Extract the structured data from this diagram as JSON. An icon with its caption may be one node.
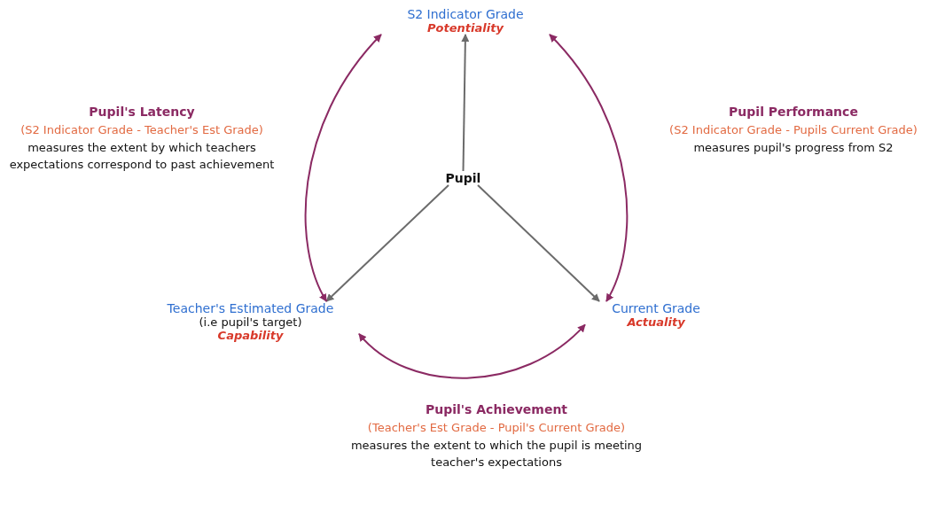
{
  "diagram": {
    "nodes": [
      {
        "text": [
          "Pupil"
        ]
      },
      {
        "text": [
          "S2 Indicator Grade",
          "Potentiality"
        ]
      },
      {
        "text": [
          "Teacher's Estimated Grade",
          "(i.e pupil's target)",
          "Capability"
        ]
      },
      {
        "text": [
          "Current Grade",
          "Actuality"
        ]
      }
    ],
    "edges": [
      {
        "from": 0,
        "to": 1,
        "arrow": "to",
        "color": "#6b6b6b"
      },
      {
        "from": 0,
        "to": 2,
        "arrow": "to",
        "color": "#6b6b6b"
      },
      {
        "from": 0,
        "to": 3,
        "arrow": "to",
        "color": "#6b6b6b"
      },
      {
        "from": 1,
        "to": 2,
        "arrow": "both",
        "color": "#8b2a63"
      },
      {
        "from": 1,
        "to": 3,
        "arrow": "both",
        "color": "#8b2a63"
      },
      {
        "from": 2,
        "to": 3,
        "arrow": "both",
        "color": "#8b2a63"
      }
    ],
    "labels": [
      "Pupil's Latency",
      "(S2 Indicator Grade - Teacher's Est Grade)",
      "measures the extent by which teachers expectations correspond to past achievement",
      "Pupil Performance",
      "(S2 Indicator Grade - Pupils Current Grade)",
      "measures pupil's progress from S2",
      "Pupil's Achievement",
      "(Teacher's Est Grade - Pupil's Current Grade)",
      "measures the extent to which the pupil is meeting teacher's expectations"
    ]
  }
}
